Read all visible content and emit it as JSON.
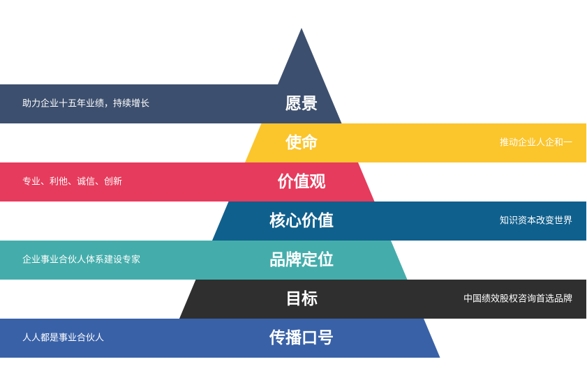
{
  "colors": {
    "background": "#ffffff",
    "text": "#ffffff"
  },
  "levels": [
    {
      "title": "愿景",
      "description": "助力企业十五年业绩，持续增长",
      "side": "left",
      "color": "#3d4f6e"
    },
    {
      "title": "使命",
      "description": "推动企业人企和一",
      "side": "right",
      "color": "#fbc52c"
    },
    {
      "title": "价值观",
      "description": "专业、利他、诚信、创新",
      "side": "left",
      "color": "#e63b5c"
    },
    {
      "title": "核心价值",
      "description": "知识资本改变世界",
      "side": "right",
      "color": "#10608d"
    },
    {
      "title": "品牌定位",
      "description": "企业事业合伙人体系建设专家",
      "side": "left",
      "color": "#44adab"
    },
    {
      "title": "目标",
      "description": "中国绩效股权咨询首选品牌",
      "side": "right",
      "color": "#2f2f2f"
    },
    {
      "title": "传播口号",
      "description": "人人都是事业合伙人",
      "side": "left",
      "color": "#3961a7"
    }
  ]
}
